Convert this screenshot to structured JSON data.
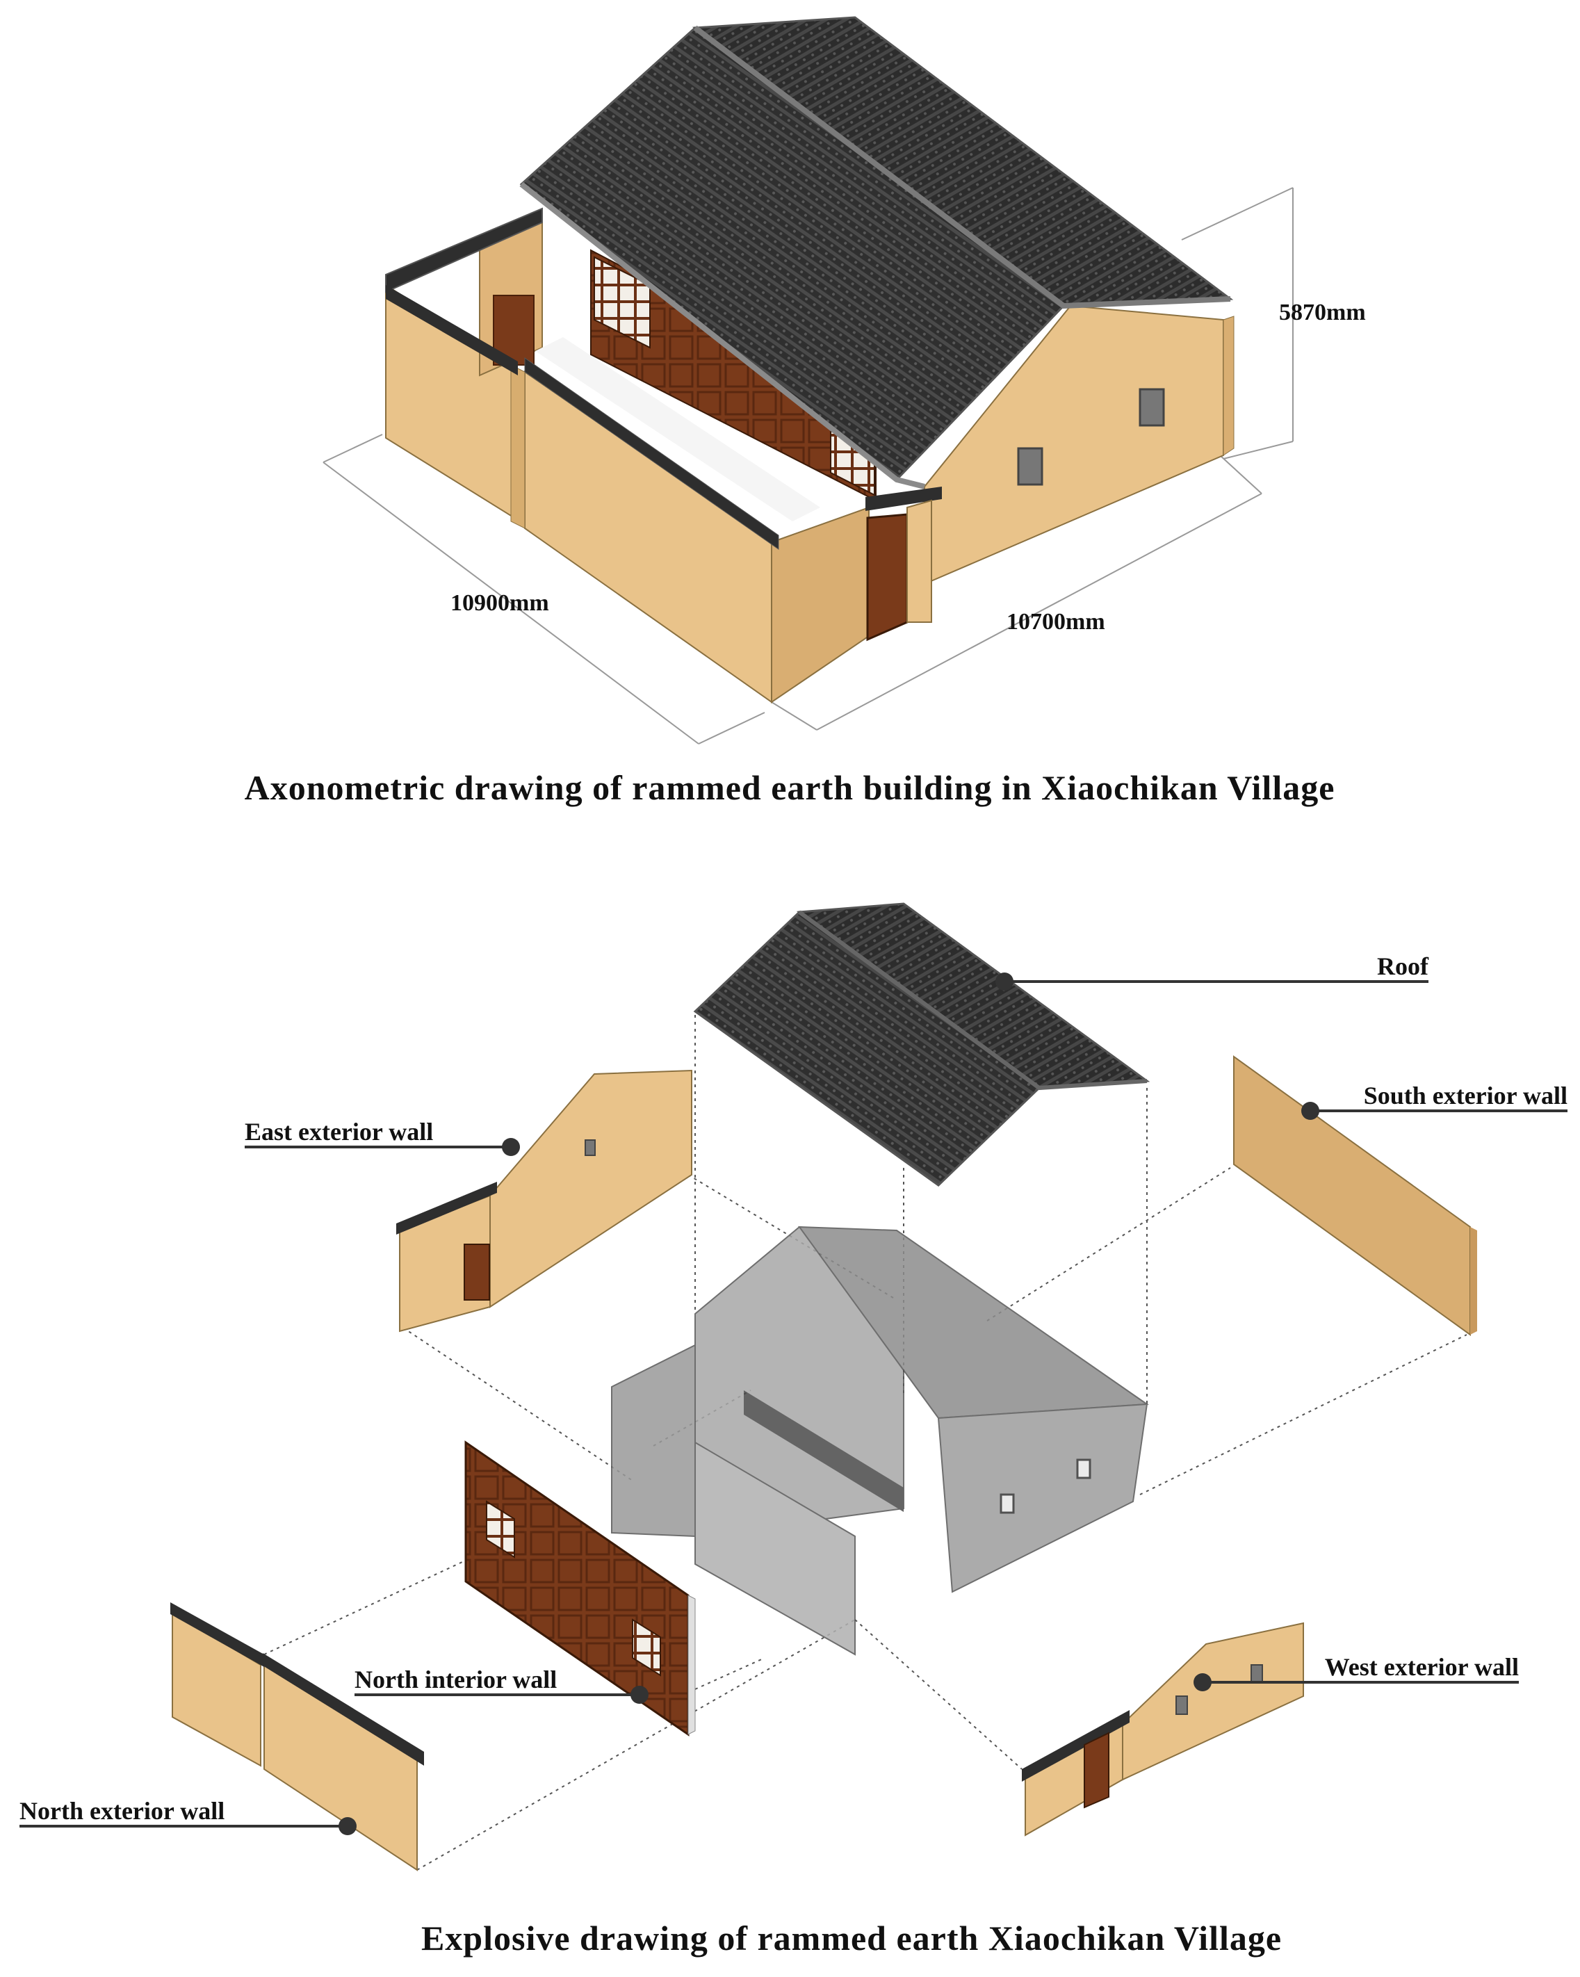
{
  "top": {
    "caption": "Axonometric drawing of rammed earth building in Xiaochikan Village",
    "dimensions": {
      "height": "5870mm",
      "width_left": "10900mm",
      "width_right": "10700mm"
    }
  },
  "bottom": {
    "caption": "Explosive drawing of rammed earth Xiaochikan Village",
    "parts": {
      "roof": "Roof",
      "east_exterior_wall": "East exterior wall",
      "south_exterior_wall": "South exterior wall",
      "north_interior_wall": "North interior wall",
      "west_exterior_wall": "West exterior wall",
      "north_exterior_wall": "North exterior wall"
    }
  },
  "colors": {
    "earth_wall": "#E9C38A",
    "earth_wall_shade": "#D9AE72",
    "roof_tile": "#3A3A3A",
    "wood": "#7A3A1A",
    "ghost": "#8A8A8A",
    "label_dot": "#333333"
  }
}
